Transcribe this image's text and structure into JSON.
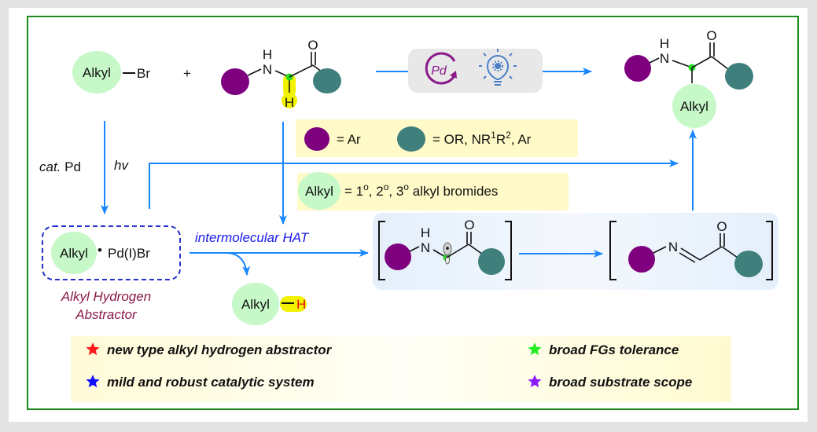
{
  "diagram": {
    "title": "Pd-catalyzed photoinduced alpha-C-H alkylation of glycine derivatives via intermolecular HAT",
    "colors": {
      "frame_border": "#1e8a1e",
      "arrow": "#1a86ff",
      "aryl_circle": "#7f007f",
      "acyl_circle": "#3f7f7c",
      "alkyl_circle": "#c6f8c8",
      "highlight_yellow": "#fffac8",
      "hydrogen_highlight": "#f2f200",
      "radical_carbon": "#22dd22",
      "abstractor_label": "#8a1a4a",
      "hat_label": "#1a1aee",
      "intermediate_panel": "#e6f0fb",
      "conditions_pill": "#e8e8e8",
      "pd_icon": "#8a1a8a",
      "light_icon": "#4a7fc8"
    },
    "reactants": {
      "alkyl_bromide": {
        "alkyl": "Alkyl",
        "bond": "—",
        "halogen": "Br"
      },
      "plus": "+",
      "glycine": {
        "nh_h": "H",
        "n": "N",
        "o": "O",
        "alpha_h": "H"
      }
    },
    "conditions": {
      "catalyst_icon": "pd-cycle-icon",
      "catalyst_label": "Pd",
      "light_icon": "light-bulb-icon"
    },
    "product": {
      "nh_h": "H",
      "n": "N",
      "o": "O",
      "alkyl": "Alkyl"
    },
    "legend": {
      "aryl_eq": "= Ar",
      "acyl_eq_prefix": "= OR, NR",
      "acyl_sup1": "1",
      "acyl_mid": "R",
      "acyl_sup2": "2",
      "acyl_suffix": ", Ar",
      "alkyl_label": "Alkyl",
      "alkyl_eq_parts": [
        "= 1",
        "o",
        ", 2",
        "o",
        ", 3",
        "o",
        " alkyl bromides"
      ]
    },
    "step1": {
      "cat": "cat.",
      "pd": " Pd",
      "hv": "hv"
    },
    "abstractor": {
      "alkyl": "Alkyl",
      "dot": "•",
      "pd": "Pd(I)Br",
      "caption_line1": "Alkyl Hydrogen",
      "caption_line2": "Abstractor"
    },
    "hat_label": "intermolecular HAT",
    "byproduct": {
      "alkyl": "Alkyl",
      "h": "H"
    },
    "intermediates": {
      "radical": {
        "nh_h": "H",
        "n": "N",
        "o": "O"
      },
      "imine": {
        "n": "N",
        "o": "O"
      }
    },
    "features": [
      {
        "text": "new type alkyl hydrogen abstractor",
        "star_color": "#ff1a1a"
      },
      {
        "text": "broad FGs tolerance",
        "star_color": "#22ee22"
      },
      {
        "text": "mild and robust catalytic system",
        "star_color": "#1010ff"
      },
      {
        "text": "broad  substrate scope",
        "star_color": "#8a1aff"
      }
    ]
  }
}
